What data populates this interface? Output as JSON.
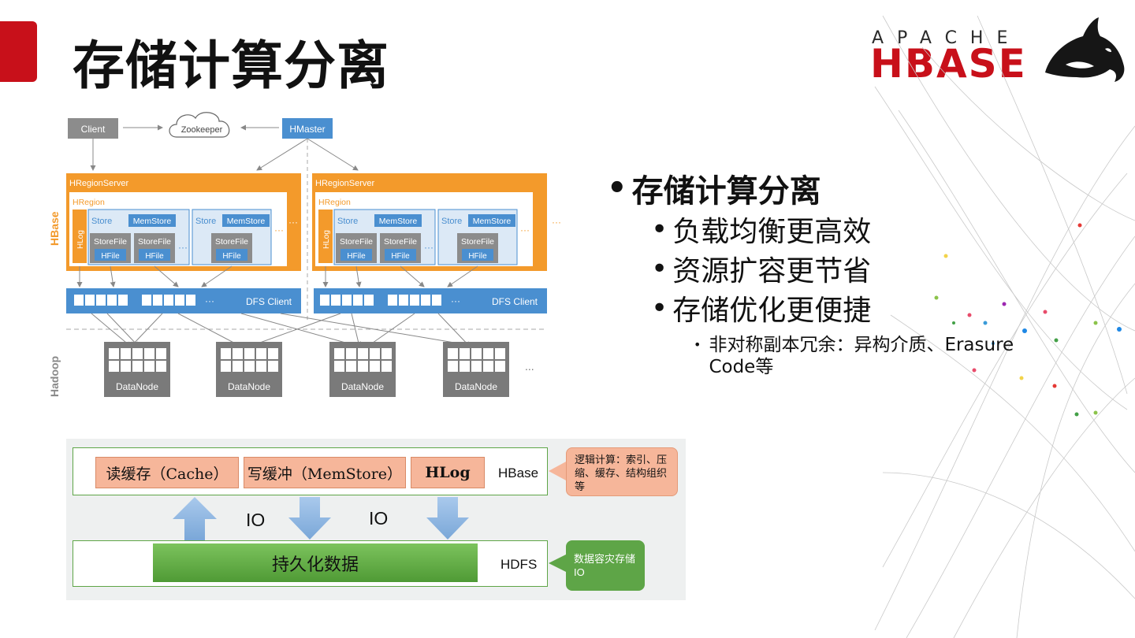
{
  "slide": {
    "title": "存储计算分离"
  },
  "logo": {
    "apache": "APACHE",
    "hbase": "HBASE"
  },
  "bullets": {
    "main": "存储计算分离",
    "items": [
      "负载均衡更高效",
      "资源扩容更节省",
      "存储优化更便捷"
    ],
    "sub": "非对称副本冗余：异构介质、Erasure Code等"
  },
  "architecture": {
    "client": "Client",
    "zookeeper": "Zookeeper",
    "hmaster": "HMaster",
    "hbase_label": "HBase",
    "hadoop_label": "Hadoop",
    "region_server": "HRegionServer",
    "hregion": "HRegion",
    "hlog": "HLog",
    "store": "Store",
    "memstore": "MemStore",
    "storefile": "StoreFile",
    "hfile": "HFile",
    "dfs_client": "DFS Client",
    "ellipsis": "···",
    "datanode": "DataNode",
    "dn_ellipsis": "..."
  },
  "io_diagram": {
    "cache": "读缓存（Cache）",
    "memstore": "写缓冲（MemStore）",
    "hlog": "HLog",
    "hbase": "HBase",
    "io_left": "IO",
    "io_right": "IO",
    "persist": "持久化数据",
    "hdfs": "HDFS",
    "callout_top": "逻辑计算：索引、压缩、缓存、结构组织等",
    "callout_bottom": "数据容灾存储IO"
  },
  "colors": {
    "accent_red": "#c8101a",
    "orange": "#f39a2b",
    "blue": "#4a8fd0",
    "green": "#5ea547",
    "salmon": "#f6b69a"
  }
}
